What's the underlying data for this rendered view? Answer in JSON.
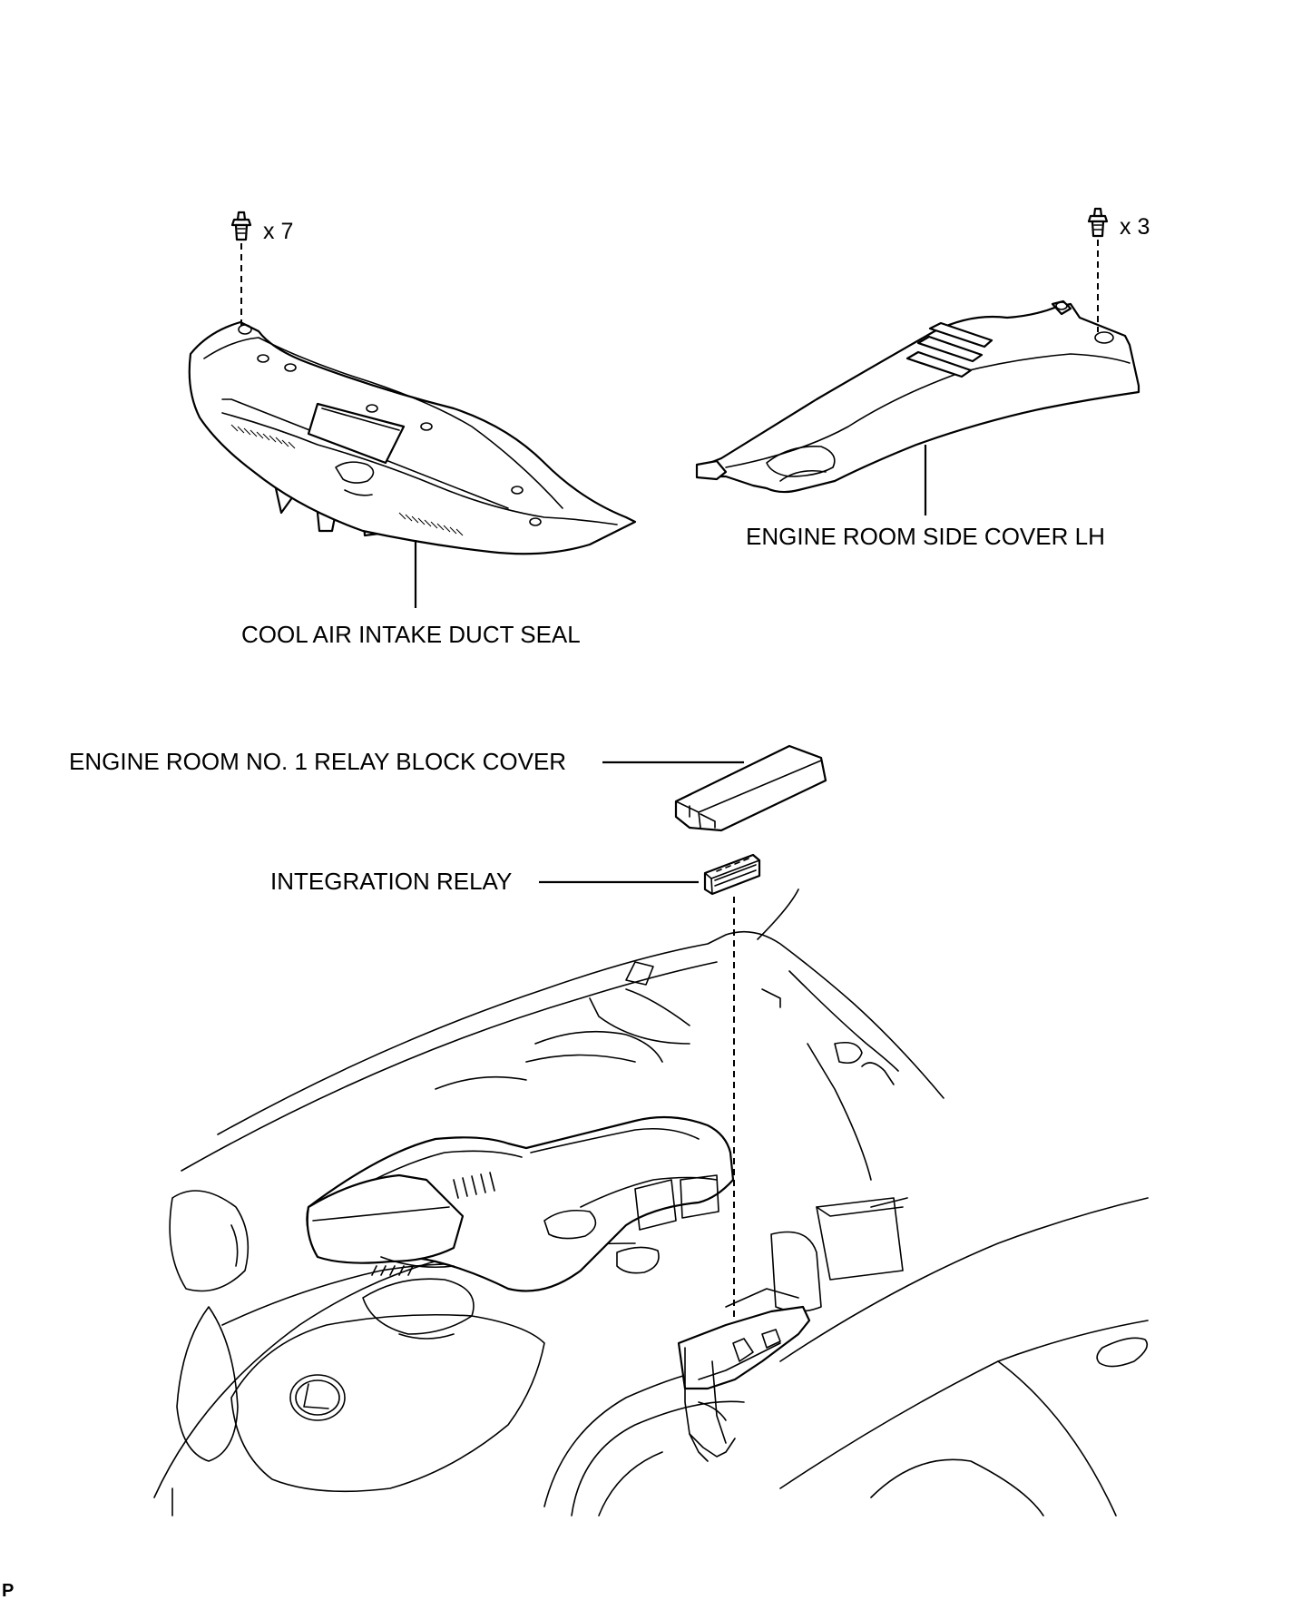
{
  "labels": {
    "cool_air_intake_duct_seal": "COOL AIR INTAKE DUCT SEAL",
    "engine_room_side_cover_lh": "ENGINE ROOM SIDE COVER LH",
    "relay_block_cover": "ENGINE ROOM NO. 1 RELAY BLOCK COVER",
    "integration_relay": "INTEGRATION RELAY"
  },
  "fasteners": {
    "duct_seal_clip_qty": "x 7",
    "side_cover_clip_qty": "x 3",
    "clip_icon": "push-clip-icon"
  },
  "corner_mark": "P",
  "colors": {
    "line": "#000000",
    "background": "#ffffff"
  }
}
